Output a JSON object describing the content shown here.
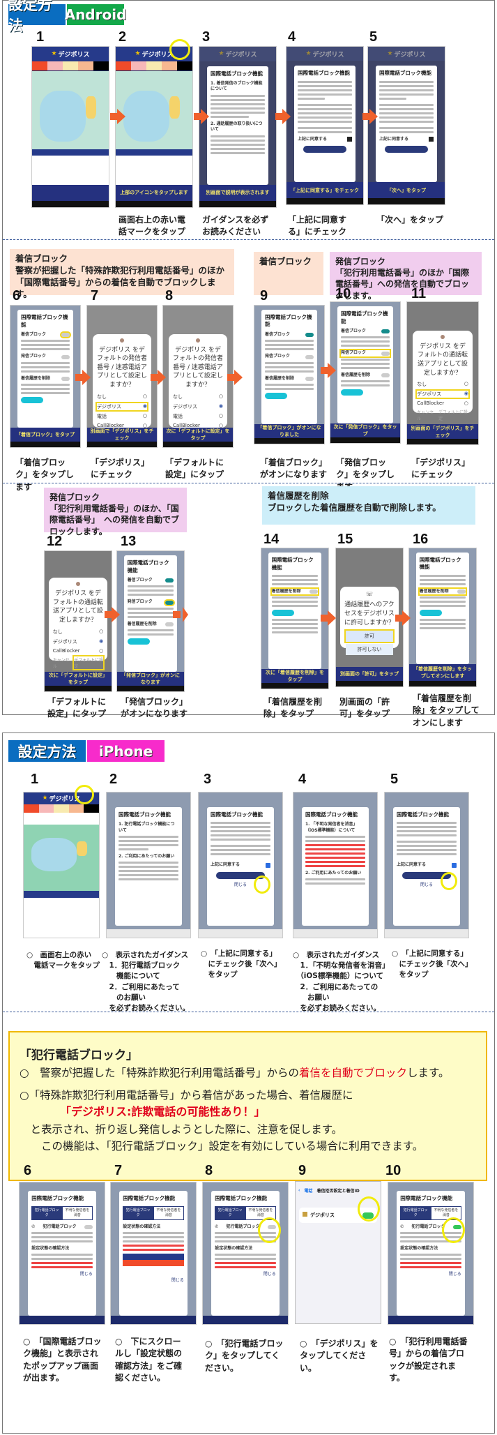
{
  "android": {
    "header": {
      "label": "設定方法",
      "platform": "Android",
      "platform_color": "#13a84a",
      "label_color": "#0a6dc0"
    },
    "steps": [
      {
        "num": "1",
        "screen_bar": "",
        "caption": ""
      },
      {
        "num": "2",
        "screen_bar": "上部のアイコンをタップします",
        "caption": "画面右上の赤い電話マークをタップ"
      },
      {
        "num": "3",
        "screen_bar": "別画面で説明が表示されます",
        "caption": "ガイダンスを必ずお読みください"
      },
      {
        "num": "4",
        "screen_bar": "「上記に同意する」をチェック",
        "caption": "「上記に同意する」にチェック"
      },
      {
        "num": "5",
        "screen_bar": "「次へ」をタップ",
        "caption": "「次へ」をタップ"
      },
      {
        "num": "6",
        "screen_bar": "「着信ブロック」をタップ",
        "caption": "「着信ブロック」をタップします"
      },
      {
        "num": "7",
        "screen_bar": "別画面で「デジポリス」をチェック",
        "caption": "「デジポリス」にチェック"
      },
      {
        "num": "8",
        "screen_bar": "次に「デフォルトに設定」をタップ",
        "caption": "「デフォルトに設定」にタップ"
      },
      {
        "num": "9",
        "screen_bar": "「着信ブロック」がオンになりました",
        "caption": "「着信ブロック」がオンになります"
      },
      {
        "num": "10",
        "screen_bar": "次に「発信ブロック」をタップ",
        "caption": "「発信ブロック」をタップします"
      },
      {
        "num": "11",
        "screen_bar": "別画面の「デジポリス」をチェック",
        "caption": "「デジポリス」にチェック"
      },
      {
        "num": "12",
        "screen_bar": "次に「デフォルトに設定」をタップ",
        "caption": "「デフォルトに設定」にタップ"
      },
      {
        "num": "13",
        "screen_bar": "「発信ブロック」がオンになります",
        "caption": "「発信ブロック」がオンになります"
      },
      {
        "num": "14",
        "screen_bar": "次に「着信履歴を削除」をタップ",
        "caption": "「着信履歴を削除」をタップ"
      },
      {
        "num": "15",
        "screen_bar": "別画面の「許可」をタップ",
        "caption": "別画面の「許可」をタップ"
      },
      {
        "num": "16",
        "screen_bar": "「着信履歴を削除」をタップしてオンにします",
        "caption": "「着信履歴を削除」をタップしてオンにします"
      }
    ],
    "boxes": {
      "incoming1": {
        "title": "着信ブロック",
        "body": "警察が把握した「特殊詐欺犯行利用電話番号」のほか「国際電話番号」からの着信を自動でブロックします。"
      },
      "incoming2": {
        "title": "着信ブロック"
      },
      "outgoing1": {
        "title": "発信ブロック",
        "body": "「犯行利用電話番号」のほか「国際電話番号」への発信を自動でブロックします。"
      },
      "outgoing2": {
        "title": "発信ブロック",
        "body": "「犯行利用電話番号」のほか、「国際電話番号」　への発信を自動でブロックします。"
      },
      "history": {
        "title": "着信履歴を削除",
        "body": "ブロックした着信履歴を自動で削除します。"
      }
    },
    "app": {
      "name": "デジポリス",
      "sheet_title": "国際電話ブロック機能",
      "sec1": "1. 着信発信のブロック機能について",
      "sec2": "2. 通話履歴の取り扱いについて",
      "agree": "上記に同意する",
      "next": "次へ",
      "incoming_block": "着信ブロック",
      "outgoing_block": "発信ブロック",
      "delete_history": "着信履歴を削除",
      "dialog_q1": "デジポリス をデフォルトの発信者番号 / 迷惑電話アプリとして設定しますか？",
      "dialog_q2": "デジポリス をデフォルトの通話転送アプリとして設定しますか？",
      "opt_none": "なし",
      "opt_app": "デジポリス",
      "opt_phone": "電話",
      "opt_cb": "CallBlocker",
      "cancel": "キャンセル",
      "set_default": "デフォルトに設定",
      "perm_q": "通話履歴へのアクセスをデジポリス に許可しますか？",
      "allow": "許可",
      "deny": "許可しない"
    }
  },
  "iphone": {
    "header": {
      "label": "設定方法",
      "platform": "iPhone",
      "platform_color": "#f72bcb",
      "label_color": "#0a6dc0"
    },
    "steps": [
      {
        "num": "1",
        "caption": "○　画面右上の赤い\n　電話マークをタップ"
      },
      {
        "num": "2",
        "caption": "○　表示されたガイダンス\n　1．犯行電話ブロック\n　　機能について\n　2．ご利用にあたって\n　　のお願い\n　を必ずお読みください。"
      },
      {
        "num": "3",
        "caption": "○　「上記に同意する」\n　にチェック後「次へ」\n　をタップ"
      },
      {
        "num": "4",
        "caption": "○　表示されたガイダンス\n　1．「不明な発信者を消音」\n　（iOS標準機能）について\n　2．ご利用にあたっての\n　　お願い\n　を必ずお読みください。"
      },
      {
        "num": "5",
        "caption": "○　「上記に同意する」\n　にチェック後「次へ」\n　をタップ"
      },
      {
        "num": "6",
        "caption": "○　「国際電話ブロック機能」と表示されたポップアップ画面が出ます。"
      },
      {
        "num": "7",
        "caption": "○　下にスクロールし「設定状態の確認方法」をご確認ください。"
      },
      {
        "num": "8",
        "caption": "○　「犯行電話ブロック」をタップしてください。"
      },
      {
        "num": "9",
        "caption": "○　「デジポリス」をタップしてください。"
      },
      {
        "num": "10",
        "caption": "○　「犯行利用電話番号」からの着信ブロックが設定されます。"
      }
    ],
    "app": {
      "sheet_title": "国際電話ブロック機能",
      "sec_crime": "1. 犯行電話ブロック機能について",
      "sec_request": "2. ご利用にあたってのお願い",
      "sec_silence": "1. 「不明な発信者を消音」（iOS標準機能）について",
      "agree": "上記に同意する",
      "next": "次へ",
      "close": "閉じる",
      "tab_crime": "犯行電話ブロック",
      "tab_silence": "不明な発信者を消音",
      "crime_block": "犯行電話ブロック",
      "status_check": "設定状態の確認方法",
      "ios_back": "電話",
      "ios_title": "着信拒否設定と着信ID",
      "ios_app": "デジポリス"
    },
    "notice": {
      "title": "「犯行電話ブロック」",
      "line1_pre": "○　警察が把握した「特殊詐欺犯行利用電話番号」からの",
      "line1_red": "着信を自動でブロック",
      "line1_post": "します。",
      "line2": "○「特殊詐欺犯行利用電話番号」から着信があった場合、着信履歴に",
      "line3_red": "「デジポリス:詐欺電話の可能性あり！」",
      "line4": "　と表示され、折り返し発信しようとした際に、注意を促します。",
      "line5": "　　この機能は、「犯行電話ブロック」設定を有効にしている場合に利用できます。"
    }
  }
}
